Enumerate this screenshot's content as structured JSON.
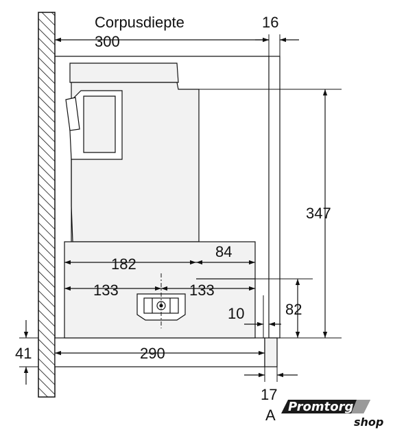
{
  "diagram": {
    "labels": {
      "corpus_title": "Corpusdiepte",
      "corpus_value": "300",
      "front_thickness": "16",
      "height_total": "347",
      "width_front": "182",
      "width_right": "84",
      "half_left": "133",
      "half_right": "133",
      "offset_10": "10",
      "height_82": "82",
      "bottom_41": "41",
      "width_290": "290",
      "thickness_17": "17",
      "marker_a": "A"
    },
    "watermark": {
      "brand": "Promtorg",
      "suffix": "shop"
    },
    "colors": {
      "line": "#111111",
      "panel_fill": "#f2f2f2",
      "wall_hatch": "#111111",
      "logo_dark": "#1a1a1a",
      "logo_grey": "#9a9a9a"
    }
  }
}
